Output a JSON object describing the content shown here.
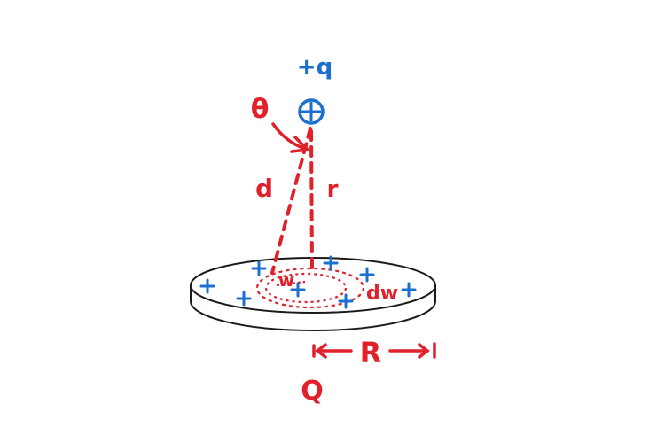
{
  "colors": {
    "red": "#e0202a",
    "blue": "#1a6fd0",
    "outline": "#1a1a1a",
    "background": "#ffffff"
  },
  "labels": {
    "charge": "+q",
    "angle": "θ",
    "distance_d": "d",
    "distance_r": "r",
    "inner_radius": "w",
    "ring_width": "dw",
    "disk_radius": "R",
    "disk_charge": "Q"
  },
  "icons": {
    "point_charge": "circled-plus-icon",
    "surface_charge": "plus-sign-icon"
  }
}
